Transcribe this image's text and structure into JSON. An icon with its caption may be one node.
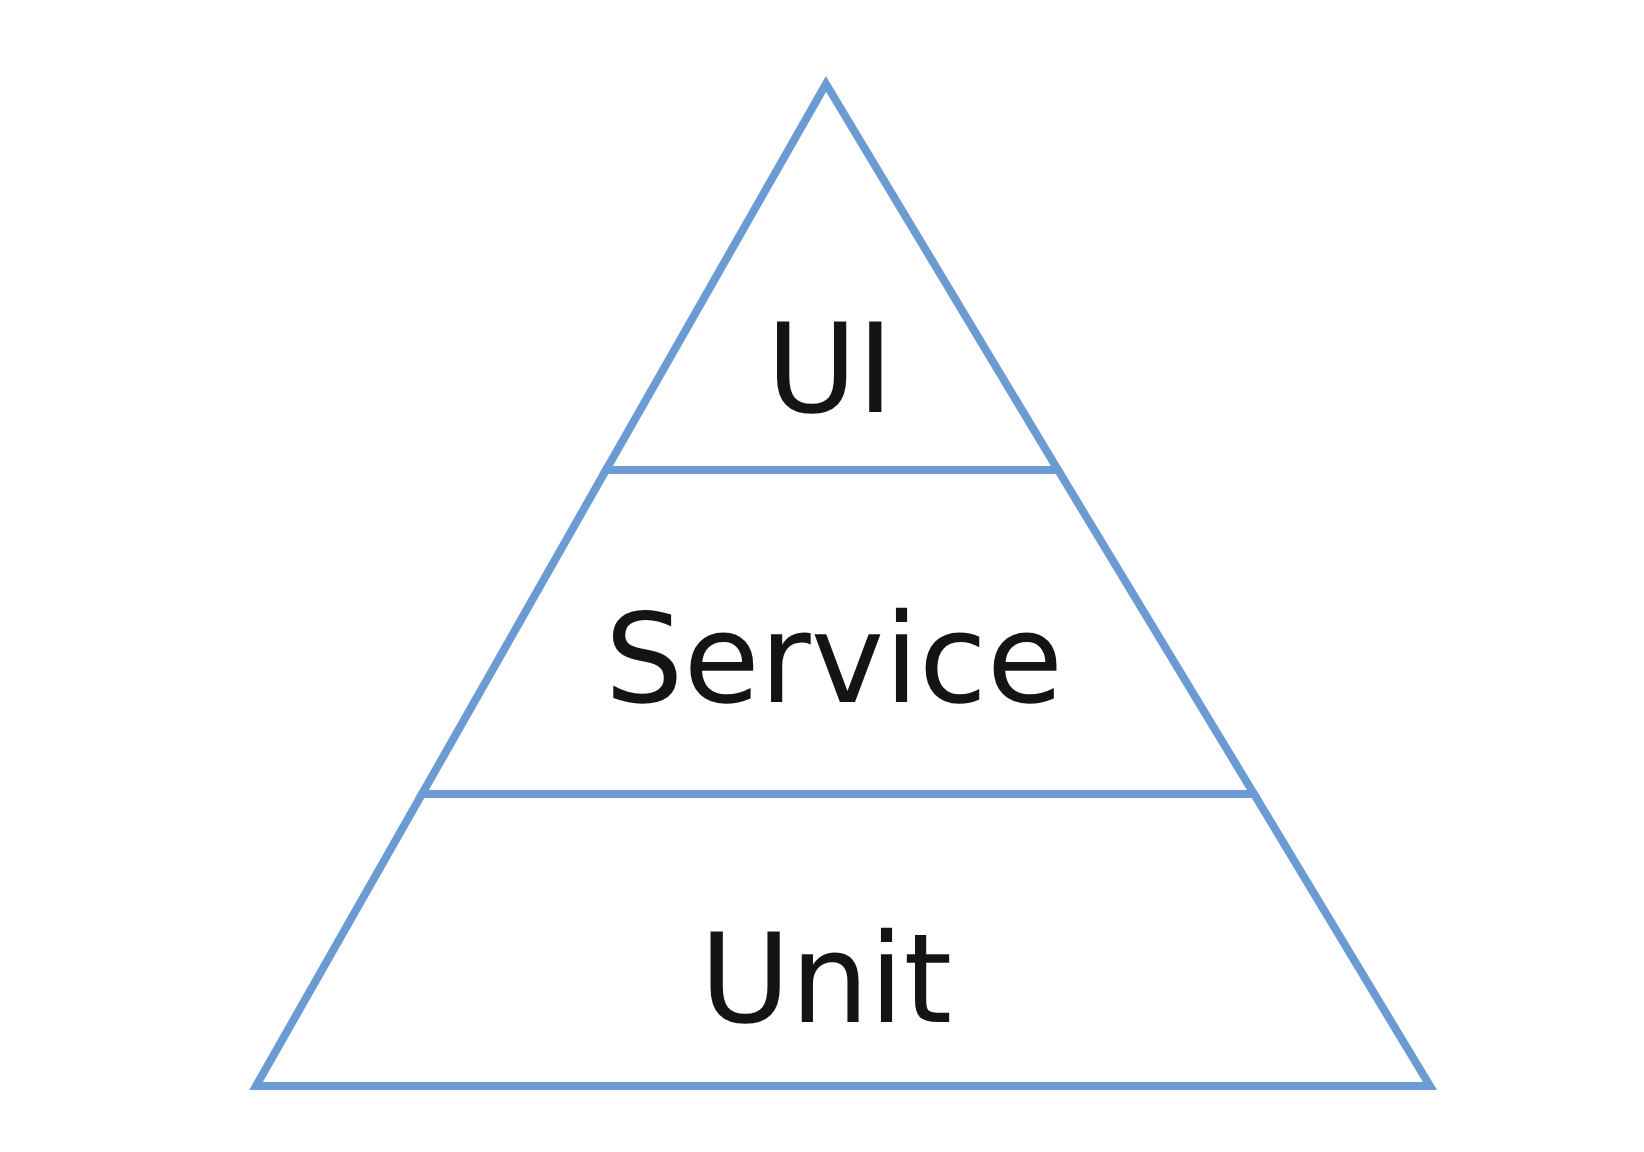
{
  "diagram": {
    "nodes": [
      {
        "text": [
          "UI"
        ]
      },
      {
        "text": [
          "Service"
        ]
      },
      {
        "text": [
          "Unit"
        ]
      }
    ]
  }
}
